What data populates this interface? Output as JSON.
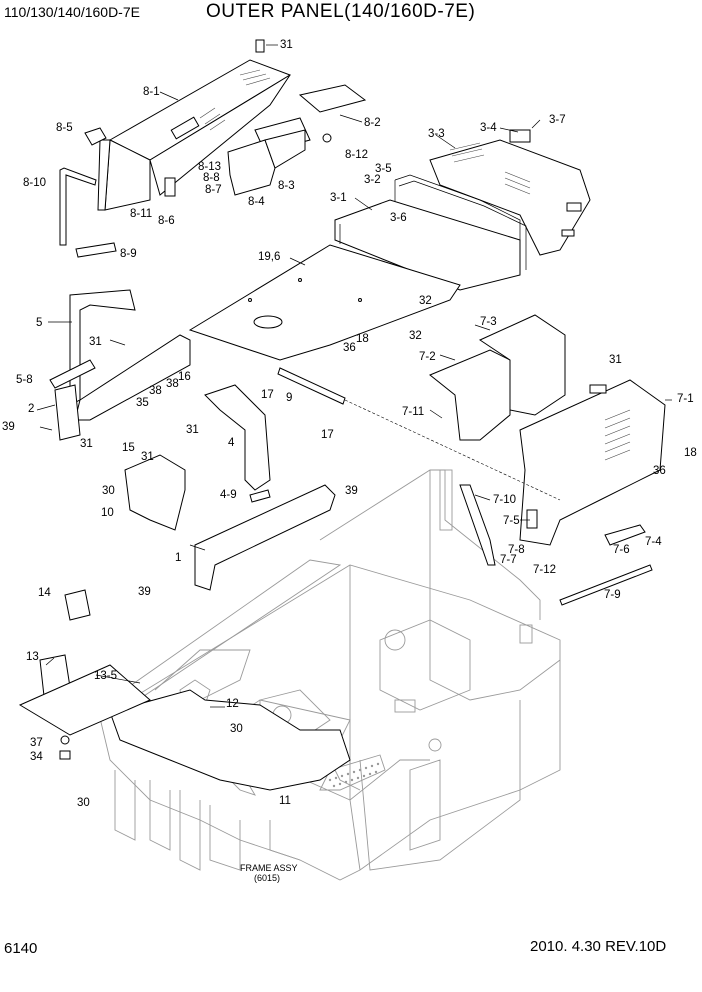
{
  "header": {
    "model": "110/130/140/160D-7E",
    "title": "OUTER PANEL(140/160D-7E)"
  },
  "footer": {
    "page_number": "6140",
    "revision": "2010. 4.30  REV.10D"
  },
  "frame_caption": {
    "line1": "FRAME ASSY",
    "line2": "(6015)"
  },
  "callouts": [
    "31",
    "8-1",
    "8-2",
    "8-5",
    "8-12",
    "8-13",
    "8-8",
    "8-7",
    "8-10",
    "8-11",
    "8-6",
    "8-3",
    "8-4",
    "8-9",
    "3-3",
    "3-4",
    "3-7",
    "3-5",
    "3-2",
    "3-1",
    "3-6",
    "19,6",
    "5",
    "31",
    "5-8",
    "2",
    "39",
    "31",
    "15",
    "35",
    "38",
    "38",
    "16",
    "17",
    "9",
    "18",
    "36",
    "32",
    "32",
    "17",
    "7-3",
    "7-2",
    "31",
    "7-11",
    "7-1",
    "18",
    "36",
    "4",
    "31",
    "31",
    "4-9",
    "30",
    "10",
    "39",
    "1",
    "39",
    "7-10",
    "7-5",
    "7-8",
    "7-7",
    "7-12",
    "7-6",
    "7-4",
    "7-9",
    "14",
    "13",
    "13-5",
    "12",
    "30",
    "37",
    "34",
    "30",
    "11"
  ]
}
